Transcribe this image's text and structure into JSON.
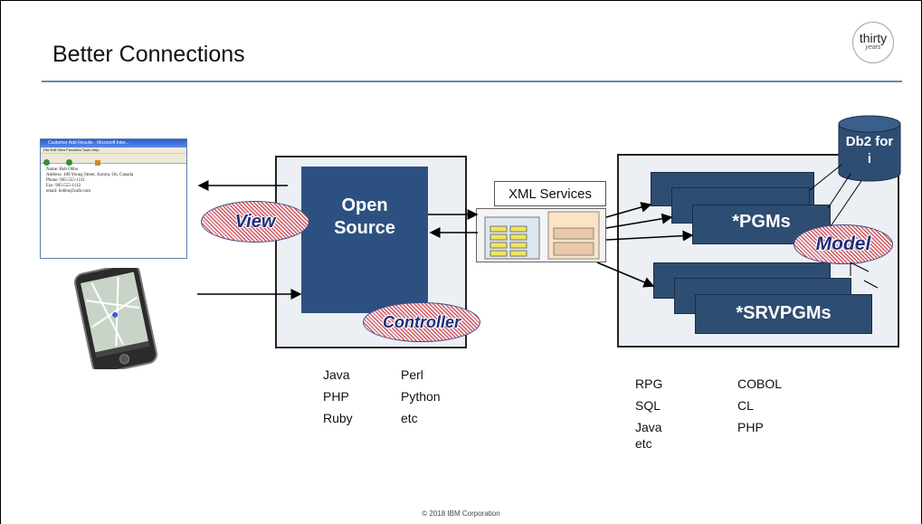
{
  "slide": {
    "title": "Better Connections",
    "logo": {
      "word": "thirty",
      "subword": "years"
    },
    "footer": "© 2018 IBM Corporation"
  },
  "browser": {
    "title": "Customer Add Results - Microsoft Inter...",
    "menu": "File  Edit  View  Favorites  Tools  Help",
    "content": [
      "Name:   Bob Obbo",
      "Address: 100 Young Street, Aurora, On, Canada",
      "Phone:   905-555-1111",
      "Fax:     905-555-1112",
      "email:   bobbo@cafe.com"
    ]
  },
  "open_source": {
    "label_line1": "Open",
    "label_line2": "Source",
    "view": "View",
    "controller": "Controller"
  },
  "xml_services": {
    "label": "XML Services"
  },
  "ibmi": {
    "pgms": "*PGMs",
    "srvpgms": "*SRVPGMs",
    "model": "Model",
    "db_line1": "Db2 for",
    "db_line2": "i"
  },
  "languages": {
    "open_source_col1": [
      "Java",
      "PHP",
      "Ruby"
    ],
    "open_source_col2": [
      "Perl",
      "Python",
      "etc"
    ],
    "ibmi_col1": [
      "RPG",
      "SQL",
      "Java",
      "etc"
    ],
    "ibmi_col2": [
      "COBOL",
      "CL",
      "PHP"
    ]
  },
  "colors": {
    "panel": "#eceff4",
    "program_blue": "#2e4d72",
    "open_source_blue": "#2c5181",
    "oval_text": "#1e2e7a",
    "oval_hatch": "#c83d45"
  }
}
